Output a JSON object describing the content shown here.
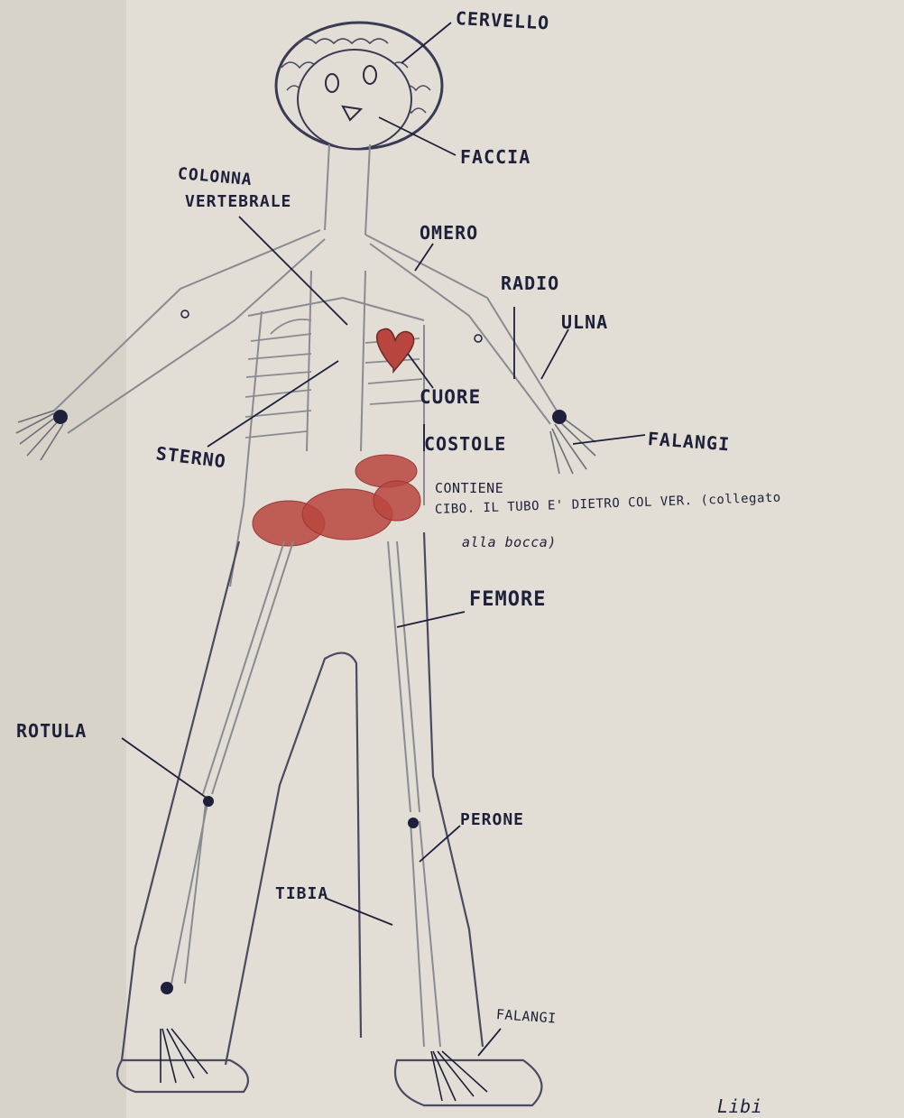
{
  "labels": {
    "cervello": "CERVELLO",
    "faccia": "FACCIA",
    "colonna_line1": "COLONNA",
    "colonna_line2": "VERTEBRALE",
    "omero": "OMERO",
    "radio": "RADIO",
    "ulna": "ULNA",
    "cuore": "CUORE",
    "costole": "COSTOLE",
    "sterno": "STERNO",
    "falangi_hand": "FALANGI",
    "stomaco_line1": "CONTIENE",
    "stomaco_line2": "CIBO. IL TUBO E' DIETRO COL VER. (collegato",
    "stomaco_line3": "alla bocca)",
    "femore": "FEMORE",
    "rotula": "ROTULA",
    "perone": "PERONE",
    "tibia": "TIBIA",
    "falangi_foot": "FALANGI",
    "signature": "Libi"
  },
  "colors": {
    "paper": "#d7d3c9",
    "paper_band": "#e2ded5",
    "ink": "#1e1f3a",
    "pencil": "#8a8a92",
    "red_crayon": "#b8453e"
  }
}
